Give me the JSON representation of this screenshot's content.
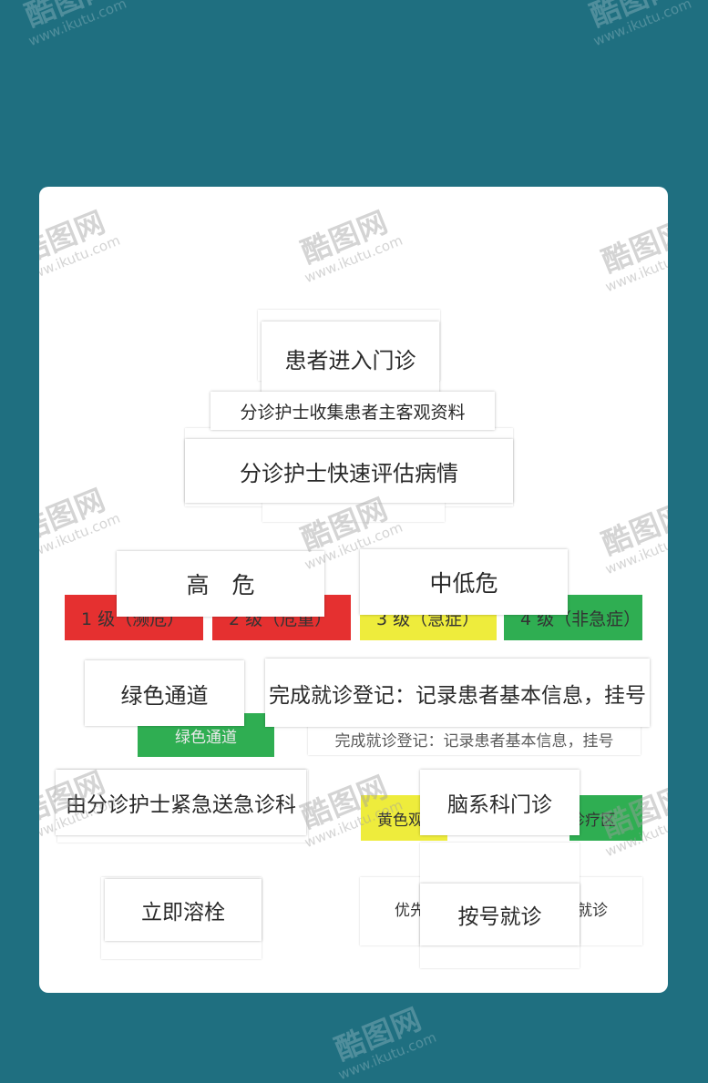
{
  "flow": {
    "start": "患者进入门诊",
    "collect": "分诊护士收集患者主客观资料",
    "assess": "分诊护士快速评估病情",
    "high_risk": "高　危",
    "mid_low_risk": "中低危",
    "levels": {
      "level1": "1 级（濒危）",
      "level2": "2 级（危重）",
      "level3": "3 级（急症）",
      "level4": "4 级（非急症）"
    },
    "green_channel": "绿色通道",
    "green_channel_small": "绿色通道",
    "register": "完成就诊登记：记录患者基本信息，挂号",
    "register_small": "完成就诊登记：记录患者基本信息，挂号",
    "escort": "由分诊护士紧急送急诊科",
    "neuro": "脑系科门诊",
    "yellow_zone": "黄色观",
    "green_zone": "诊疗区",
    "thrombolysis": "立即溶栓",
    "queue": "按号就诊",
    "priority_left": "优先",
    "priority_right": "就诊"
  },
  "watermark": {
    "logo": "酷图网",
    "url": "www.ikutu.com"
  },
  "colors": {
    "background": "#1f6f80",
    "red": "#e53030",
    "yellow": "#eeec3c",
    "green": "#2fae52"
  }
}
